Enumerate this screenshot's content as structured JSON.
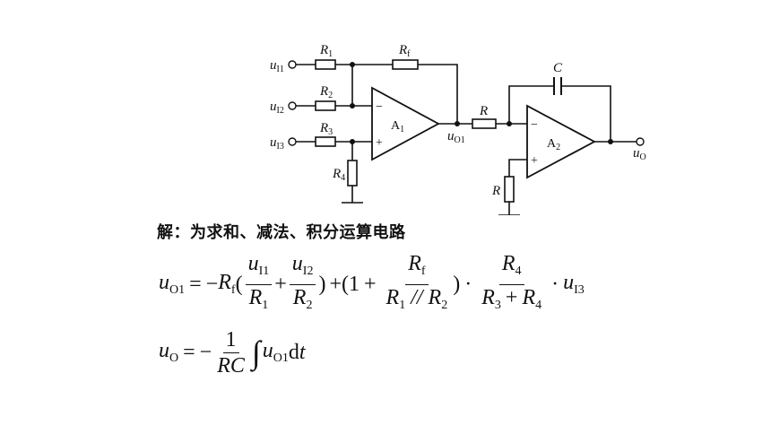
{
  "circuit": {
    "inputs": [
      "I1",
      "I2",
      "I3"
    ],
    "input_var": "u",
    "resistors": {
      "r1": {
        "sym": "R",
        "sub": "1"
      },
      "r2": {
        "sym": "R",
        "sub": "2"
      },
      "r3": {
        "sym": "R",
        "sub": "3"
      },
      "r4": {
        "sym": "R",
        "sub": "4"
      },
      "rf": {
        "sym": "R",
        "sub": "f"
      },
      "r": "R",
      "r_ground": "R"
    },
    "capacitor": "C",
    "amp1": {
      "sym": "A",
      "sub": "1"
    },
    "amp2": {
      "sym": "A",
      "sub": "2"
    },
    "minus": "−",
    "plus": "+",
    "mid_node": {
      "sym": "u",
      "sub": "O1"
    },
    "output": {
      "sym": "u",
      "sub": "O"
    }
  },
  "solution": {
    "title": "解：为求和、减法、积分运算电路"
  },
  "eq1": {
    "lhs_sym": "u",
    "lhs_sub": "O1",
    "eq": "=",
    "neg": "−",
    "rf_sym": "R",
    "rf_sub": "f",
    "lp": "(",
    "rp": ")",
    "plus": "+",
    "plus_open": "+(1",
    "dot": "·",
    "slash": "//",
    "frac1": {
      "num_sym": "u",
      "num_sub": "I1",
      "den_sym": "R",
      "den_sub": "1"
    },
    "frac2": {
      "num_sym": "u",
      "num_sub": "I2",
      "den_sym": "R",
      "den_sub": "2"
    },
    "frac3": {
      "num_sym": "R",
      "num_sub": "f",
      "den_a_sym": "R",
      "den_a_sub": "1",
      "den_b_sym": "R",
      "den_b_sub": "2"
    },
    "frac4": {
      "num_sym": "R",
      "num_sub": "4",
      "den_a_sym": "R",
      "den_a_sub": "3",
      "den_b_sym": "R",
      "den_b_sub": "4"
    },
    "tail_sym": "u",
    "tail_sub": "I3"
  },
  "eq2": {
    "lhs_sym": "u",
    "lhs_sub": "O",
    "eq": "=",
    "neg": "−",
    "frac": {
      "num": "1",
      "den": "RC"
    },
    "integral": "∫",
    "integrand_sym": "u",
    "integrand_sub": "O1",
    "d": "d",
    "t": "t"
  }
}
